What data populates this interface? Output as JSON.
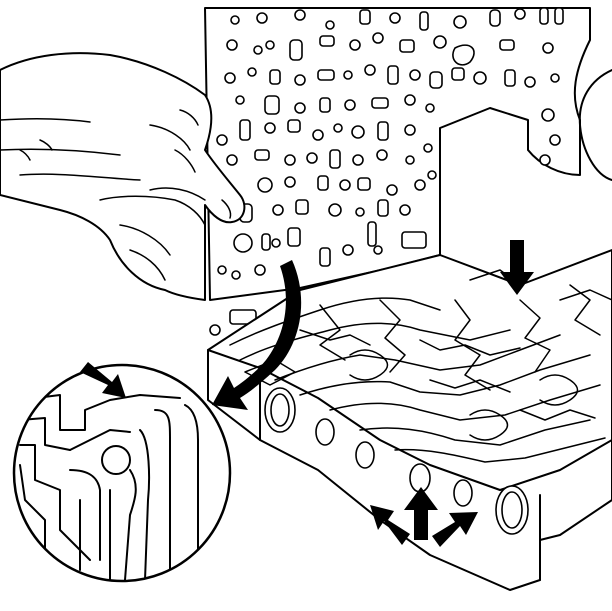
{
  "figure": {
    "kind": "line-art technical illustration",
    "subject": [
      "valve-body",
      "spacer-plate",
      "technician-hand",
      "magnified-detail-circle"
    ],
    "callouts": {
      "arrow_count": 6,
      "arrow_color": "#000000",
      "line_color": "#000000",
      "background": "#ffffff"
    },
    "icons": [
      "hand-icon",
      "down-arrow-icon",
      "up-arrow-icon",
      "curved-arrow-icon",
      "magnifier-detail"
    ]
  }
}
